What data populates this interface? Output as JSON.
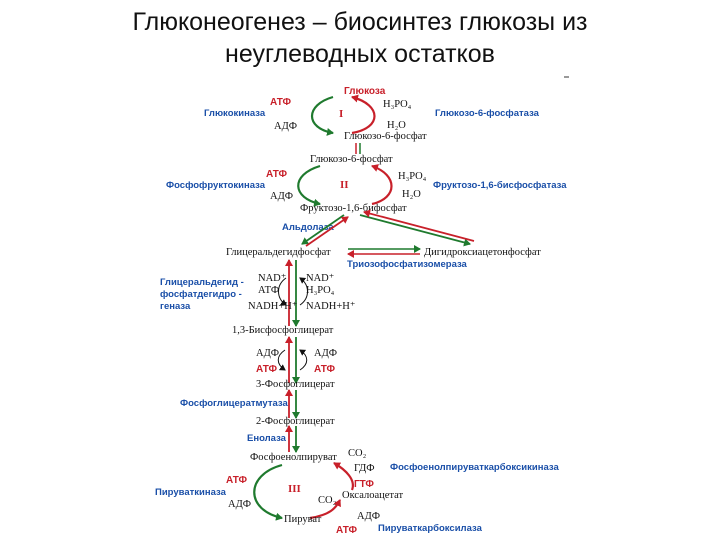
{
  "title_line1": "Глюконеогенез – биосинтез глюкозы из",
  "title_line2": "неуглеводных остатков",
  "metabolites": {
    "glucose": "Глюкоза",
    "g6p_top": "Глюкозо-6-фосфат",
    "g6p_bottom": "Глюкозо-6-фосфат",
    "f16bp": "Фруктозо-1,6-бифосфат",
    "gap": "Глицеральдегидфосфат",
    "dhap": "Дигидроксиацетонфосфат",
    "bpg13": "1,3-Бисфосфоглицерат",
    "pg3": "3-Фосфоглицерат",
    "pg2": "2-Фосфоглицерат",
    "pep": "Фосфоенолпируват",
    "oxaloacetate": "Оксалоацетат",
    "pyruvate": "Пируват"
  },
  "cofactors": {
    "atp": "АТФ",
    "adp": "АДФ",
    "h3po4": "H₃PO₄",
    "h2o": "H₂O",
    "nad": "NAD⁺",
    "nadh": "NADH+H⁺",
    "co2": "CO₂",
    "gtp": "ГТФ",
    "gdp": "ГДФ"
  },
  "enzymes": {
    "glucokinase": "Глюкокиназа",
    "g6pase": "Глюкозо-6-фосфатаза",
    "pfk": "Фосфофруктокиназа",
    "fbpase": "Фруктозо-1,6-бисфосфатаза",
    "aldolase": "Альдолаза",
    "tpi": "Триозофосфатизомераза",
    "gapdh_line1": "Глицеральдегид -",
    "gapdh_line2": "фосфатдегидро -",
    "gapdh_line3": "геназа",
    "pgm": "Фосфоглицератмутаза",
    "enolase": "Енолаза",
    "pepck": "Фосфоенолпируваткарбоксикиназа",
    "pk": "Пируваткиназа",
    "pc": "Пируваткарбоксилаза"
  },
  "bypass_labels": [
    "I",
    "II",
    "III"
  ],
  "colors": {
    "forward": "#c8202a",
    "reverse": "#1f7a2e",
    "enzyme": "#1a4fa8",
    "text": "#111111"
  }
}
